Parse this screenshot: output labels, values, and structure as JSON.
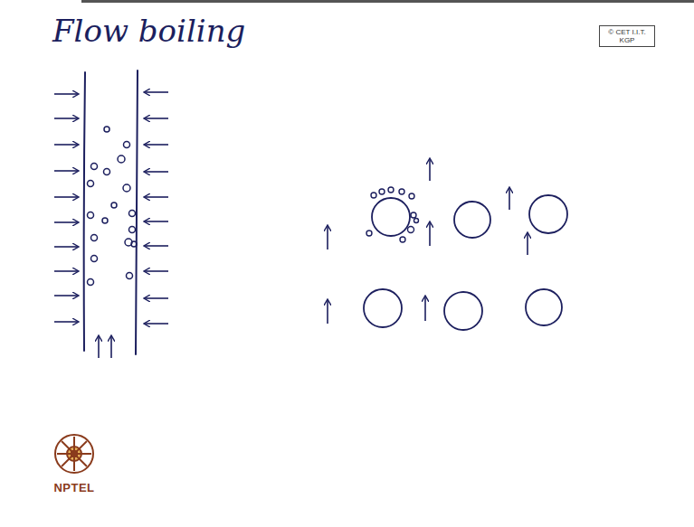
{
  "diagram": {
    "title": "Flow boiling",
    "nodes": [
      {
        "text": [
          "© CET I.I.T. KGP"
        ]
      }
    ],
    "labels": [
      "NPTEL"
    ]
  }
}
